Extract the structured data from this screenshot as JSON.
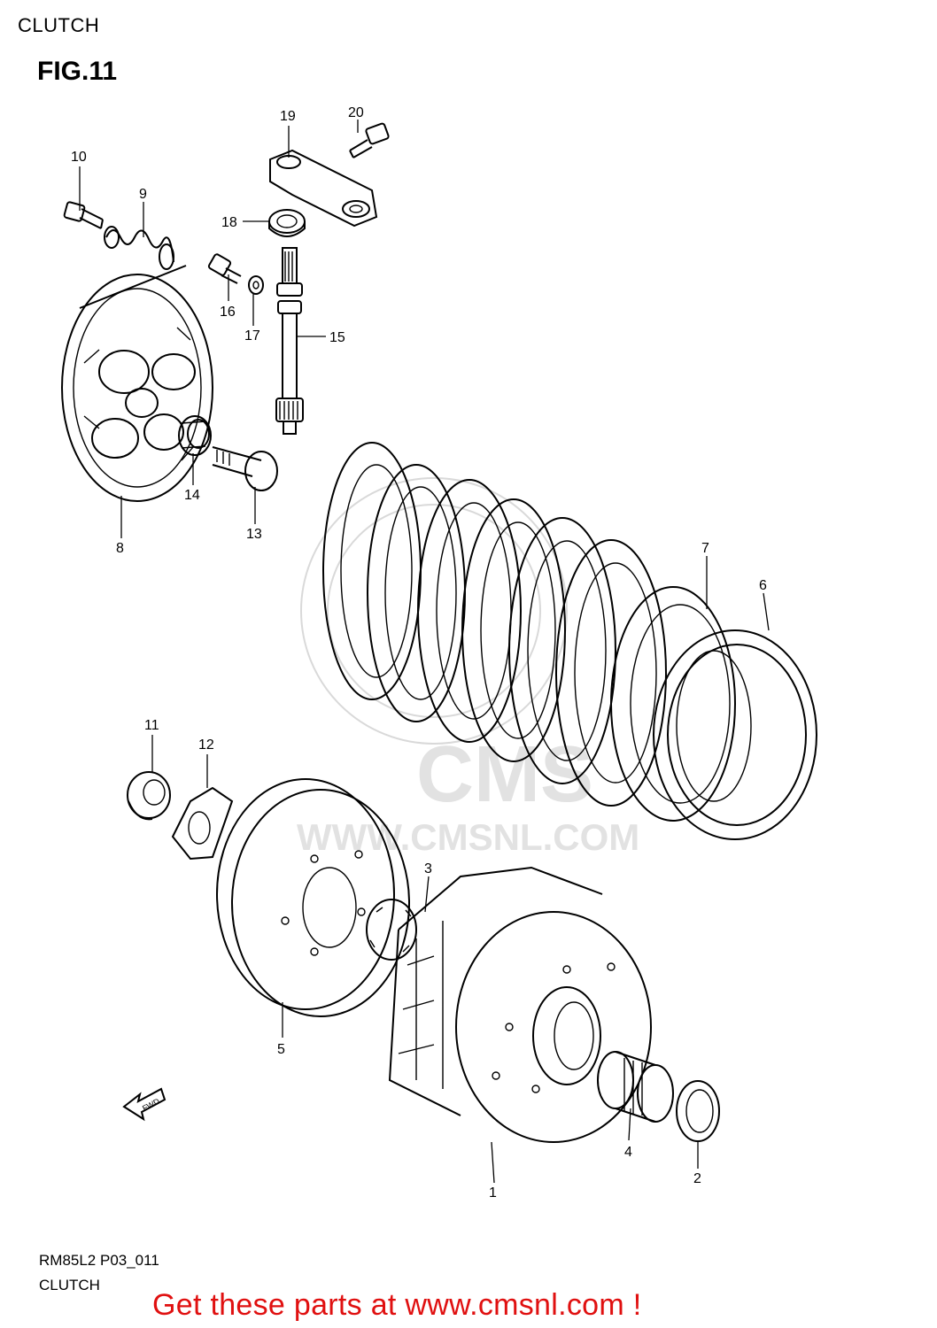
{
  "header": {
    "title": "CLUTCH"
  },
  "figure": {
    "title": "FIG.11"
  },
  "footer": {
    "code": "RM85L2 P03_011",
    "caption": "CLUTCH",
    "promo": "Get these parts at www.cmsnl.com !"
  },
  "watermark": {
    "brand": "CMS",
    "url": "WWW.CMSNL.COM"
  },
  "fwd_label": "FWD",
  "callouts": [
    {
      "id": "1",
      "label": "1"
    },
    {
      "id": "2",
      "label": "2"
    },
    {
      "id": "3",
      "label": "3"
    },
    {
      "id": "4",
      "label": "4"
    },
    {
      "id": "5",
      "label": "5"
    },
    {
      "id": "6",
      "label": "6"
    },
    {
      "id": "7",
      "label": "7"
    },
    {
      "id": "8",
      "label": "8"
    },
    {
      "id": "9",
      "label": "9"
    },
    {
      "id": "10",
      "label": "10"
    },
    {
      "id": "11",
      "label": "11"
    },
    {
      "id": "12",
      "label": "12"
    },
    {
      "id": "13",
      "label": "13"
    },
    {
      "id": "14",
      "label": "14"
    },
    {
      "id": "15",
      "label": "15"
    },
    {
      "id": "16",
      "label": "16"
    },
    {
      "id": "17",
      "label": "17"
    },
    {
      "id": "18",
      "label": "18"
    },
    {
      "id": "19",
      "label": "19"
    },
    {
      "id": "20",
      "label": "20"
    }
  ]
}
